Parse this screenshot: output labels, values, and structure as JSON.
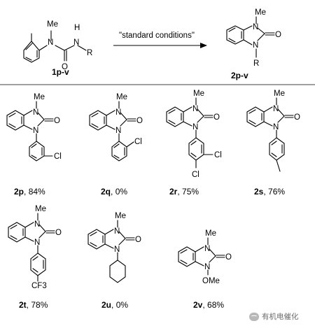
{
  "reaction": {
    "condition": "\"standard conditions\"",
    "reactant_label": "1p-v",
    "product_label": "2p-v",
    "atoms": {
      "N": "N",
      "O": "O",
      "Me": "Me",
      "R": "R",
      "H": "H"
    }
  },
  "products": [
    {
      "id": "2p",
      "yield": "84%",
      "substituent": "Cl"
    },
    {
      "id": "2q",
      "yield": "0%",
      "substituent": "Cl"
    },
    {
      "id": "2r",
      "yield": "75%",
      "substituent": "Cl"
    },
    {
      "id": "2s",
      "yield": "76%",
      "substituent": ""
    },
    {
      "id": "2t",
      "yield": "78%",
      "substituent": "CF3"
    },
    {
      "id": "2u",
      "yield": "0%",
      "substituent": ""
    },
    {
      "id": "2v",
      "yield": "68%",
      "substituent": "OMe"
    }
  ],
  "watermark": {
    "text": "有机电催化",
    "icon": "wechat-icon"
  }
}
